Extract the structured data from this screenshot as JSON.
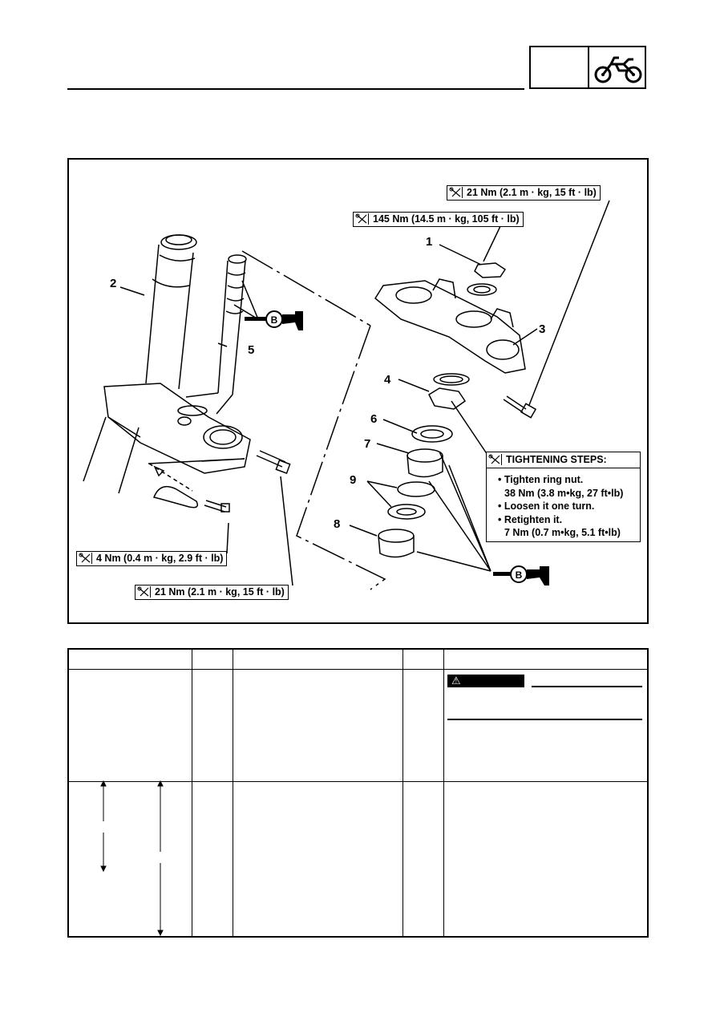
{
  "diagram": {
    "part_numbers": [
      "1",
      "2",
      "3",
      "4",
      "5",
      "6",
      "7",
      "8",
      "9"
    ],
    "lubricant_marks": [
      "B",
      "B"
    ],
    "torque_callouts": {
      "top_small": "21 Nm (2.1 m · kg, 15 ft · lb)",
      "top_large": "145 Nm (14.5 m · kg, 105 ft · lb)",
      "bottom_small": "4 Nm (0.4 m · kg, 2.9 ft · lb)",
      "bottom_large": "21 Nm (2.1 m · kg, 15 ft · lb)"
    },
    "tightening_steps": {
      "title": "TIGHTENING STEPS:",
      "line1": "• Tighten ring nut.",
      "line2": "38 Nm (3.8 m•kg, 27 ft•lb)",
      "line3": "• Loosen it one turn.",
      "line4": "• Retighten it.",
      "line5": "7 Nm (0.7 m•kg, 5.1 ft•lb)"
    }
  },
  "icons": {
    "header": "motorcycle-icon",
    "warning": "warning-triangle-icon",
    "torque": "wrench-icon"
  }
}
